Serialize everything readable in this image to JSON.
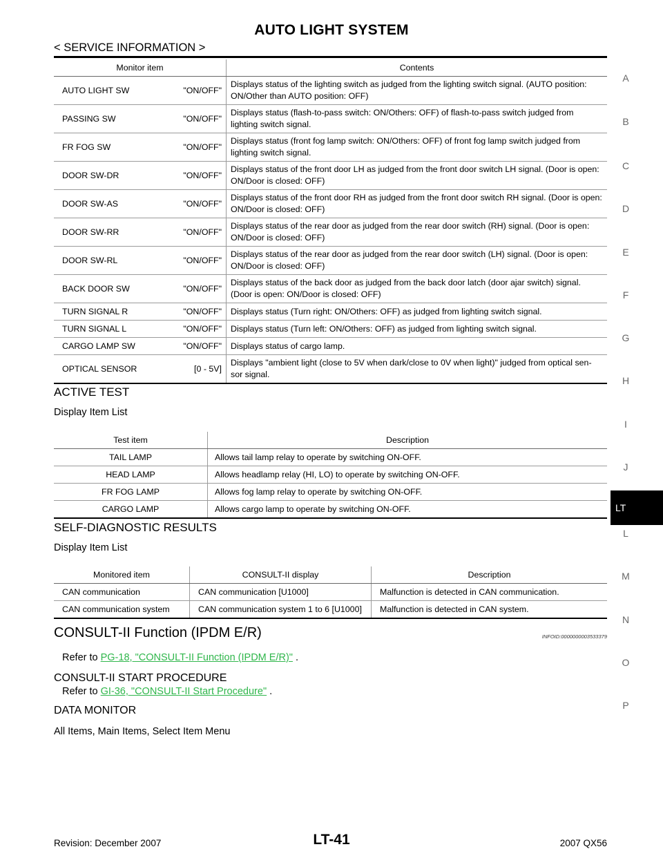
{
  "header": {
    "title": "AUTO LIGHT SYSTEM",
    "section": "< SERVICE INFORMATION >"
  },
  "monitor_table": {
    "headers": [
      "Monitor item",
      "Contents"
    ],
    "rows": [
      {
        "item": "AUTO LIGHT SW",
        "value": "\"ON/OFF\"",
        "contents": "Displays status of the lighting switch as judged from the lighting switch signal. (AUTO position: ON/Other than AUTO position: OFF)"
      },
      {
        "item": "PASSING SW",
        "value": "\"ON/OFF\"",
        "contents": "Displays status (flash-to-pass switch: ON/Others: OFF) of flash-to-pass switch judged from lighting switch signal."
      },
      {
        "item": "FR FOG SW",
        "value": "\"ON/OFF\"",
        "contents": "Displays status (front fog lamp switch: ON/Others: OFF) of front fog lamp switch judged from lighting switch signal."
      },
      {
        "item": "DOOR SW-DR",
        "value": "\"ON/OFF\"",
        "contents": "Displays status of the front door LH as judged from the front door switch LH signal. (Door is open: ON/Door is closed: OFF)"
      },
      {
        "item": "DOOR SW-AS",
        "value": "\"ON/OFF\"",
        "contents": "Displays status of the front door RH as judged from the front door switch RH signal. (Door is open: ON/Door is closed: OFF)"
      },
      {
        "item": "DOOR SW-RR",
        "value": "\"ON/OFF\"",
        "contents": "Displays status of the rear door as judged from the rear door switch (RH) signal. (Door is open: ON/Door is closed: OFF)"
      },
      {
        "item": "DOOR SW-RL",
        "value": "\"ON/OFF\"",
        "contents": "Displays status of the rear door as judged from the rear door switch (LH) signal. (Door is open: ON/Door is closed: OFF)"
      },
      {
        "item": "BACK DOOR SW",
        "value": "\"ON/OFF\"",
        "contents": "Displays status of the back door as judged from the back door latch (door ajar switch) signal. (Door is open: ON/Door is closed: OFF)"
      },
      {
        "item": "TURN SIGNAL R",
        "value": "\"ON/OFF\"",
        "contents": "Displays status (Turn right: ON/Others: OFF) as judged from lighting switch signal."
      },
      {
        "item": "TURN SIGNAL L",
        "value": "\"ON/OFF\"",
        "contents": "Displays status (Turn left: ON/Others: OFF) as judged from lighting switch signal."
      },
      {
        "item": "CARGO LAMP SW",
        "value": "\"ON/OFF\"",
        "contents": "Displays status of cargo lamp."
      },
      {
        "item": "OPTICAL SENSOR",
        "value": "[0 - 5V]",
        "contents": "Displays \"ambient light (close to 5V when dark/close to 0V when light)\" judged from optical sen-sor signal."
      }
    ]
  },
  "active_test": {
    "heading": "ACTIVE TEST",
    "subheading": "Display Item List",
    "headers": [
      "Test item",
      "Description"
    ],
    "rows": [
      {
        "item": "TAIL LAMP",
        "description": "Allows tail lamp relay to operate by switching ON-OFF."
      },
      {
        "item": "HEAD LAMP",
        "description": "Allows headlamp relay (HI, LO) to operate by switching ON-OFF."
      },
      {
        "item": "FR FOG LAMP",
        "description": "Allows fog lamp relay to operate by switching ON-OFF."
      },
      {
        "item": "CARGO LAMP",
        "description": "Allows cargo lamp to operate by switching ON-OFF."
      }
    ]
  },
  "self_diagnostic": {
    "heading": "SELF-DIAGNOSTIC RESULTS",
    "subheading": "Display Item List",
    "headers": [
      "Monitored item",
      "CONSULT-II display",
      "Description"
    ],
    "rows": [
      {
        "item": "CAN communication",
        "display": "CAN communication [U1000]",
        "description": "Malfunction is detected in CAN communication."
      },
      {
        "item": "CAN communication system",
        "display": "CAN communication system 1 to 6 [U1000]",
        "description": "Malfunction is detected in CAN system."
      }
    ]
  },
  "consult": {
    "heading": "CONSULT-II Function (IPDM E/R)",
    "infoid": "INFOID:0000000003533379",
    "refer1_prefix": "Refer to ",
    "refer1_link": "PG-18, \"CONSULT-II Function (IPDM E/R)\"",
    "refer1_suffix": " .",
    "start_heading": "CONSULT-II START PROCEDURE",
    "refer2_prefix": "Refer to ",
    "refer2_link": "GI-36, \"CONSULT-II Start Procedure\"",
    "refer2_suffix": " .",
    "data_monitor_heading": "DATA MONITOR",
    "data_monitor_sub": "All Items, Main Items, Select Item Menu"
  },
  "side_index": {
    "letters": [
      "A",
      "B",
      "C",
      "D",
      "E",
      "F",
      "G",
      "H",
      "I",
      "J",
      "LT",
      "L",
      "M",
      "N",
      "O",
      "P"
    ],
    "active": "LT"
  },
  "footer": {
    "revision": "Revision: December 2007",
    "page_number": "LT-41",
    "model": "2007 QX56"
  },
  "colors": {
    "link": "#2fb64b",
    "tab_bg": "#000000"
  }
}
